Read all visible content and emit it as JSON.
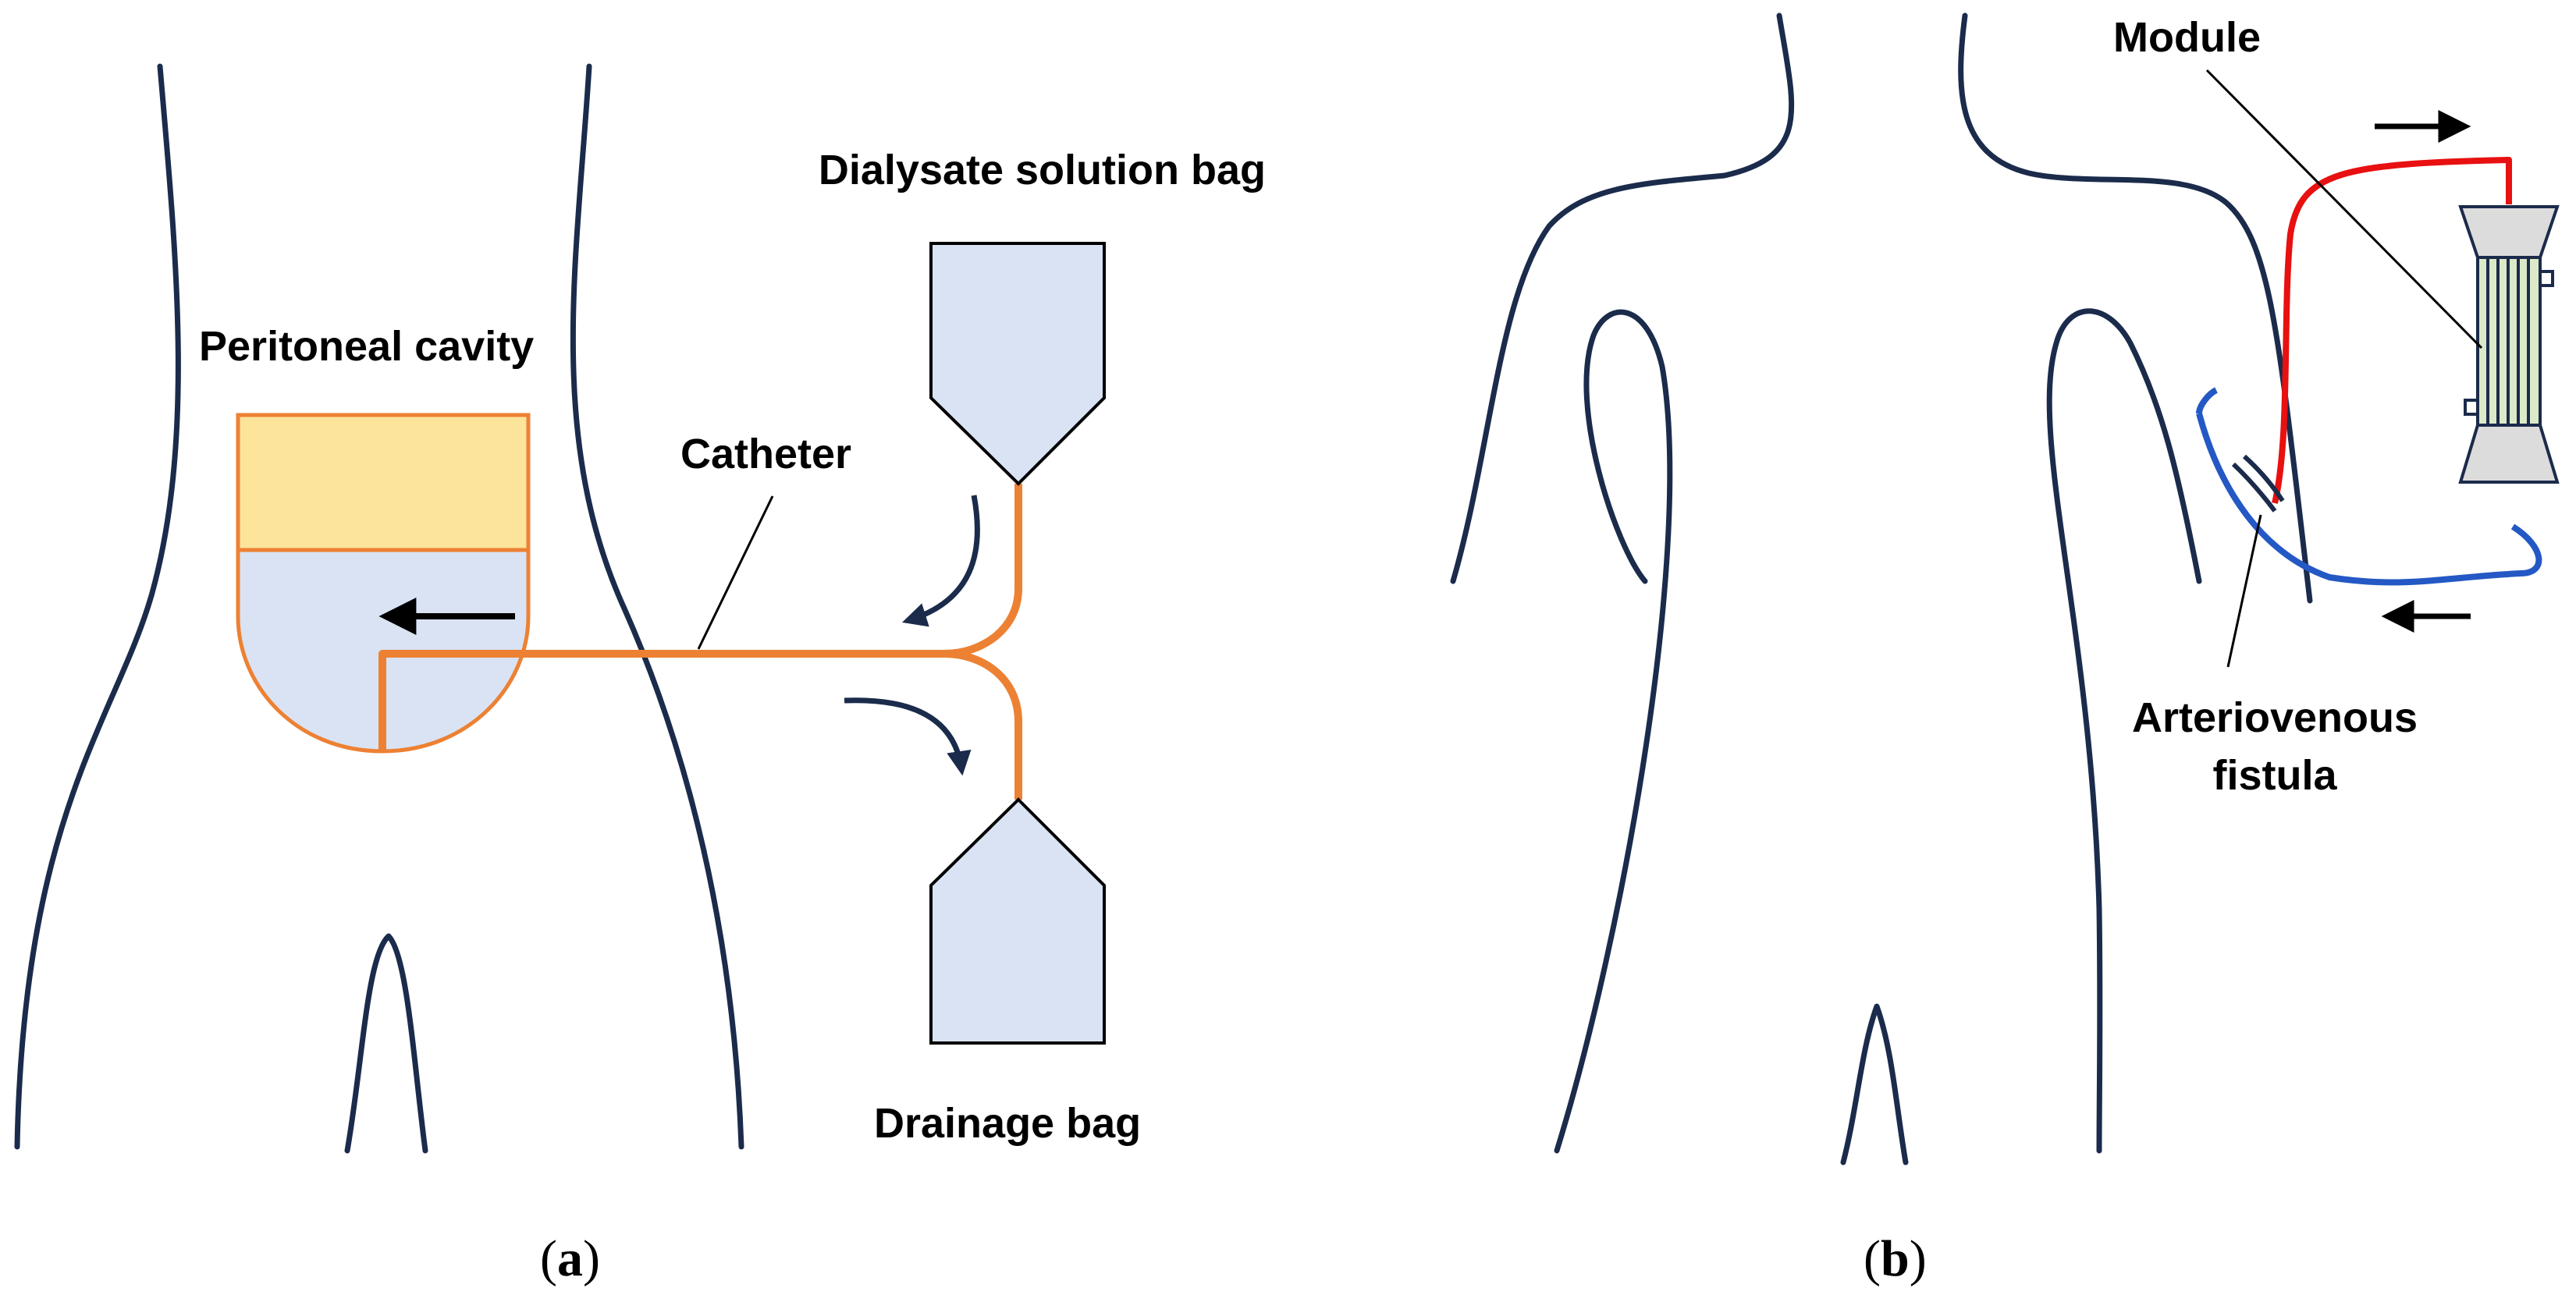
{
  "panel_a": {
    "labels": {
      "dialysate_bag": "Dialysate solution bag",
      "peritoneal_cavity": "Peritoneal cavity",
      "catheter": "Catheter",
      "drainage_bag": "Drainage bag"
    },
    "caption": {
      "open": "(",
      "letter": "a",
      "close": ")"
    }
  },
  "panel_b": {
    "labels": {
      "module": "Module",
      "fistula_line1": "Arteriovenous",
      "fistula_line2": "fistula"
    },
    "caption": {
      "open": "(",
      "letter": "b",
      "close": ")"
    }
  },
  "colors": {
    "body_outline": "#1b2b4b",
    "catheter": "#ed8133",
    "bag_fill": "#d9e3f3",
    "dialysate_layer": "#fde49b",
    "arterial_line": "#e81010",
    "venous_line": "#2458c4",
    "module_fill": "#dbe9c8",
    "flow_arrow": "#1b2b4b"
  }
}
